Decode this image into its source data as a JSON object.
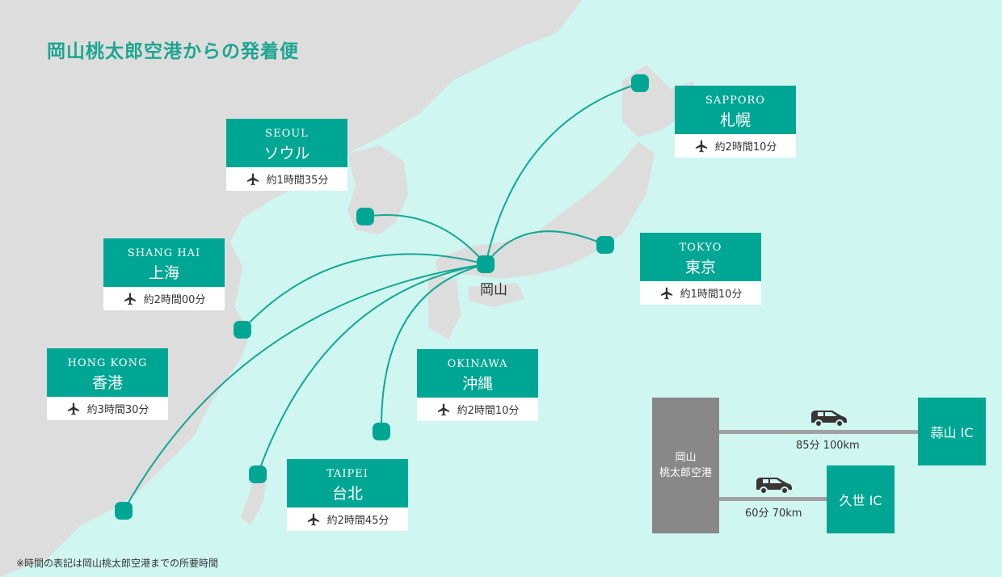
{
  "title": "岡山桃太郎空港からの発着便",
  "origin_label": "岡山",
  "colors": {
    "sea": "#cff6f1",
    "land": "#dddddd",
    "accent": "#00a694",
    "route": "#11a894"
  },
  "destinations": [
    {
      "id": "seoul",
      "en": "SEOUL",
      "jp": "ソウル",
      "time": "約1時間35分"
    },
    {
      "id": "sapporo",
      "en": "SAPPORO",
      "jp": "札幌",
      "time": "約2時間10分"
    },
    {
      "id": "shanghai",
      "en": "SHANG HAI",
      "jp": "上海",
      "time": "約2時間00分"
    },
    {
      "id": "tokyo",
      "en": "TOKYO",
      "jp": "東京",
      "time": "約1時間10分"
    },
    {
      "id": "hongkong",
      "en": "HONG KONG",
      "jp": "香港",
      "time": "約3時間30分"
    },
    {
      "id": "okinawa",
      "en": "OKINAWA",
      "jp": "沖縄",
      "time": "約2時間10分"
    },
    {
      "id": "taipei",
      "en": "TAIPEI",
      "jp": "台北",
      "time": "約2時間45分"
    }
  ],
  "access": {
    "airport_line1": "岡山",
    "airport_line2": "桃太郎空港",
    "routes": [
      {
        "ic": "蒜山 IC",
        "info": "85分 100km"
      },
      {
        "ic": "久世 IC",
        "info": "60分 70km"
      }
    ]
  },
  "note": "※時間の表記は岡山桃太郎空港までの所要時間"
}
